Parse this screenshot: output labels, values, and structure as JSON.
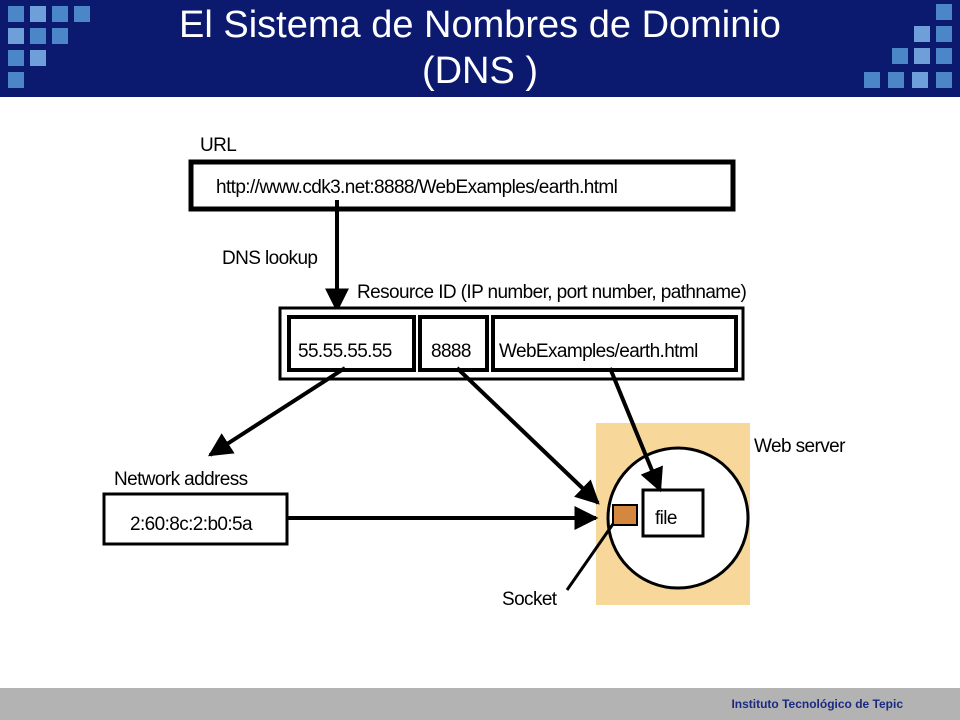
{
  "slide": {
    "title_line1": "El Sistema de Nombres de Dominio",
    "title_line2": "(DNS )",
    "footer": "Instituto Tecnológico de Tepic"
  },
  "diagram": {
    "url_label": "URL",
    "url_value": "http://www.cdk3.net:8888/WebExamples/earth.html",
    "dns_lookup": "DNS lookup",
    "resource_id_label": "Resource ID (IP number, port number, pathname)",
    "ip": "55.55.55.55",
    "port": "8888",
    "path": "WebExamples/earth.html",
    "network_address_label": "Network address",
    "network_address_value": "2:60:8c:2:b0:5a",
    "web_server_label": "Web server",
    "file_label": "file",
    "socket_label": "Socket"
  },
  "colors": {
    "header_bg": "#0b1a6e",
    "decor_squares": "#4a86c8",
    "server_area": "#f7d79a",
    "socket": "#d4873f",
    "footer_bg": "#b3b3b3",
    "footer_text": "#1a2a80"
  }
}
